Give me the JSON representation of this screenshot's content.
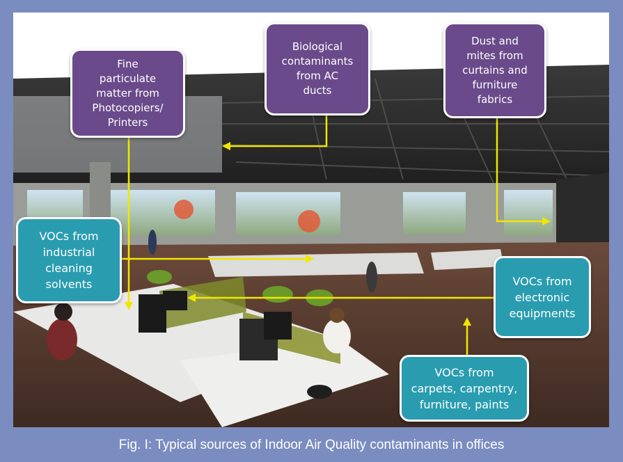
{
  "caption": "Fig. I: Typical sources of Indoor Air Quality contaminants in offices",
  "labels": {
    "printers": "Fine\nparticulate\nmatter from\nPhotocopiers/\nPrinters",
    "biological": "Biological\ncontaminants\nfrom AC\nducts",
    "dust": "Dust and\nmites from\ncurtains and\nfurniture\nfabrics",
    "cleaning": "VOCs from\nindustrial\ncleaning\nsolvents",
    "electronic": "VOCs from\nelectronic\nequipments",
    "carpets": "VOCs from\ncarpets, carpentry,\nfurniture, paints"
  },
  "colors": {
    "frame": "#7b8cc0",
    "purple_box": "#6a4a8a",
    "teal_box": "#2a9cb0",
    "arrow": "#f2e600"
  }
}
